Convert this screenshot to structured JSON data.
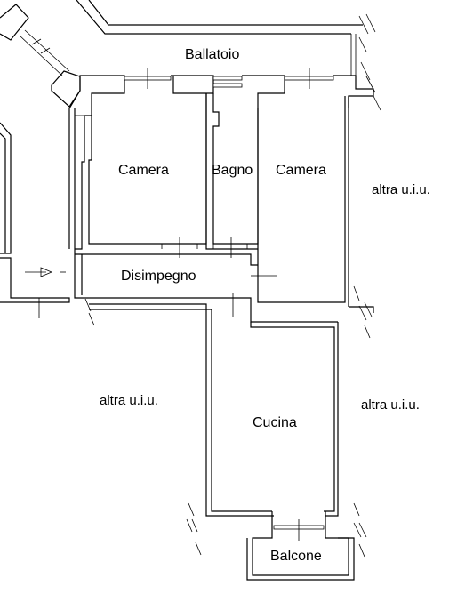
{
  "plan": {
    "rooms": {
      "ballatoio": "Ballatoio",
      "camera_left": "Camera",
      "bagno": "Bagno",
      "camera_right": "Camera",
      "disimpegno": "Disimpegno",
      "cucina": "Cucina",
      "balcone": "Balcone"
    },
    "neighbors": {
      "right_upper": "altra u.i.u.",
      "left_lower": "altra u.i.u.",
      "right_lower": "altra u.i.u."
    },
    "colors": {
      "line": "#000000",
      "background": "#ffffff"
    }
  }
}
